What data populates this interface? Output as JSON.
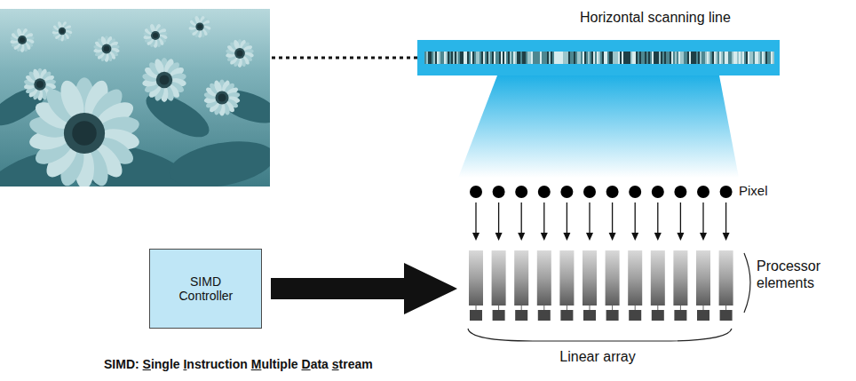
{
  "diagram": {
    "nodes": [
      {
        "text": [
          "SIMD Controller"
        ]
      }
    ],
    "edges": [],
    "labels": [
      "Horizontal scanning line",
      "Pixel",
      "Processor elements",
      "Linear array",
      "SIMD: Single Instruction Multiple Data stream"
    ]
  }
}
